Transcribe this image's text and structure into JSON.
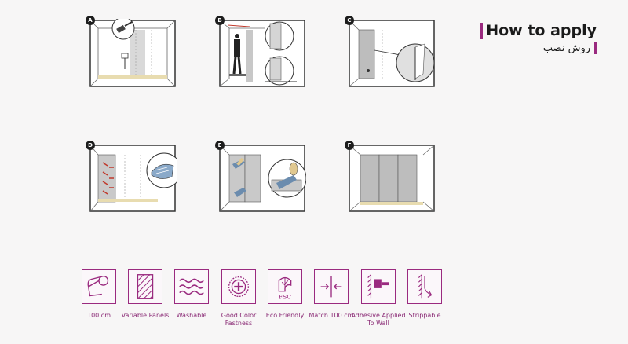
{
  "title": "How to apply",
  "subtitle": "روش نصب",
  "steps": [
    {
      "letter": "A"
    },
    {
      "letter": "B"
    },
    {
      "letter": "C"
    },
    {
      "letter": "D"
    },
    {
      "letter": "E"
    },
    {
      "letter": "F"
    }
  ],
  "features": [
    {
      "label": "100 cm",
      "icon": "roll-icon"
    },
    {
      "label": "Variable Panels",
      "icon": "panels-icon"
    },
    {
      "label": "Washable",
      "icon": "waves-icon"
    },
    {
      "label": "Good Color Fastness",
      "icon": "sun-plus-icon"
    },
    {
      "label": "Eco Friendly",
      "icon": "fsc-tree-icon"
    },
    {
      "label": "Match 100 cm",
      "icon": "match-arrows-icon"
    },
    {
      "label": "Adhesive Applied To Wall",
      "icon": "brush-wall-icon"
    },
    {
      "label": "Strippable",
      "icon": "strip-icon"
    }
  ],
  "colors": {
    "accent": "#9a2a7f",
    "background": "#f7f6f6",
    "line": "#333333",
    "panel_gray": "#bdbdbd"
  }
}
